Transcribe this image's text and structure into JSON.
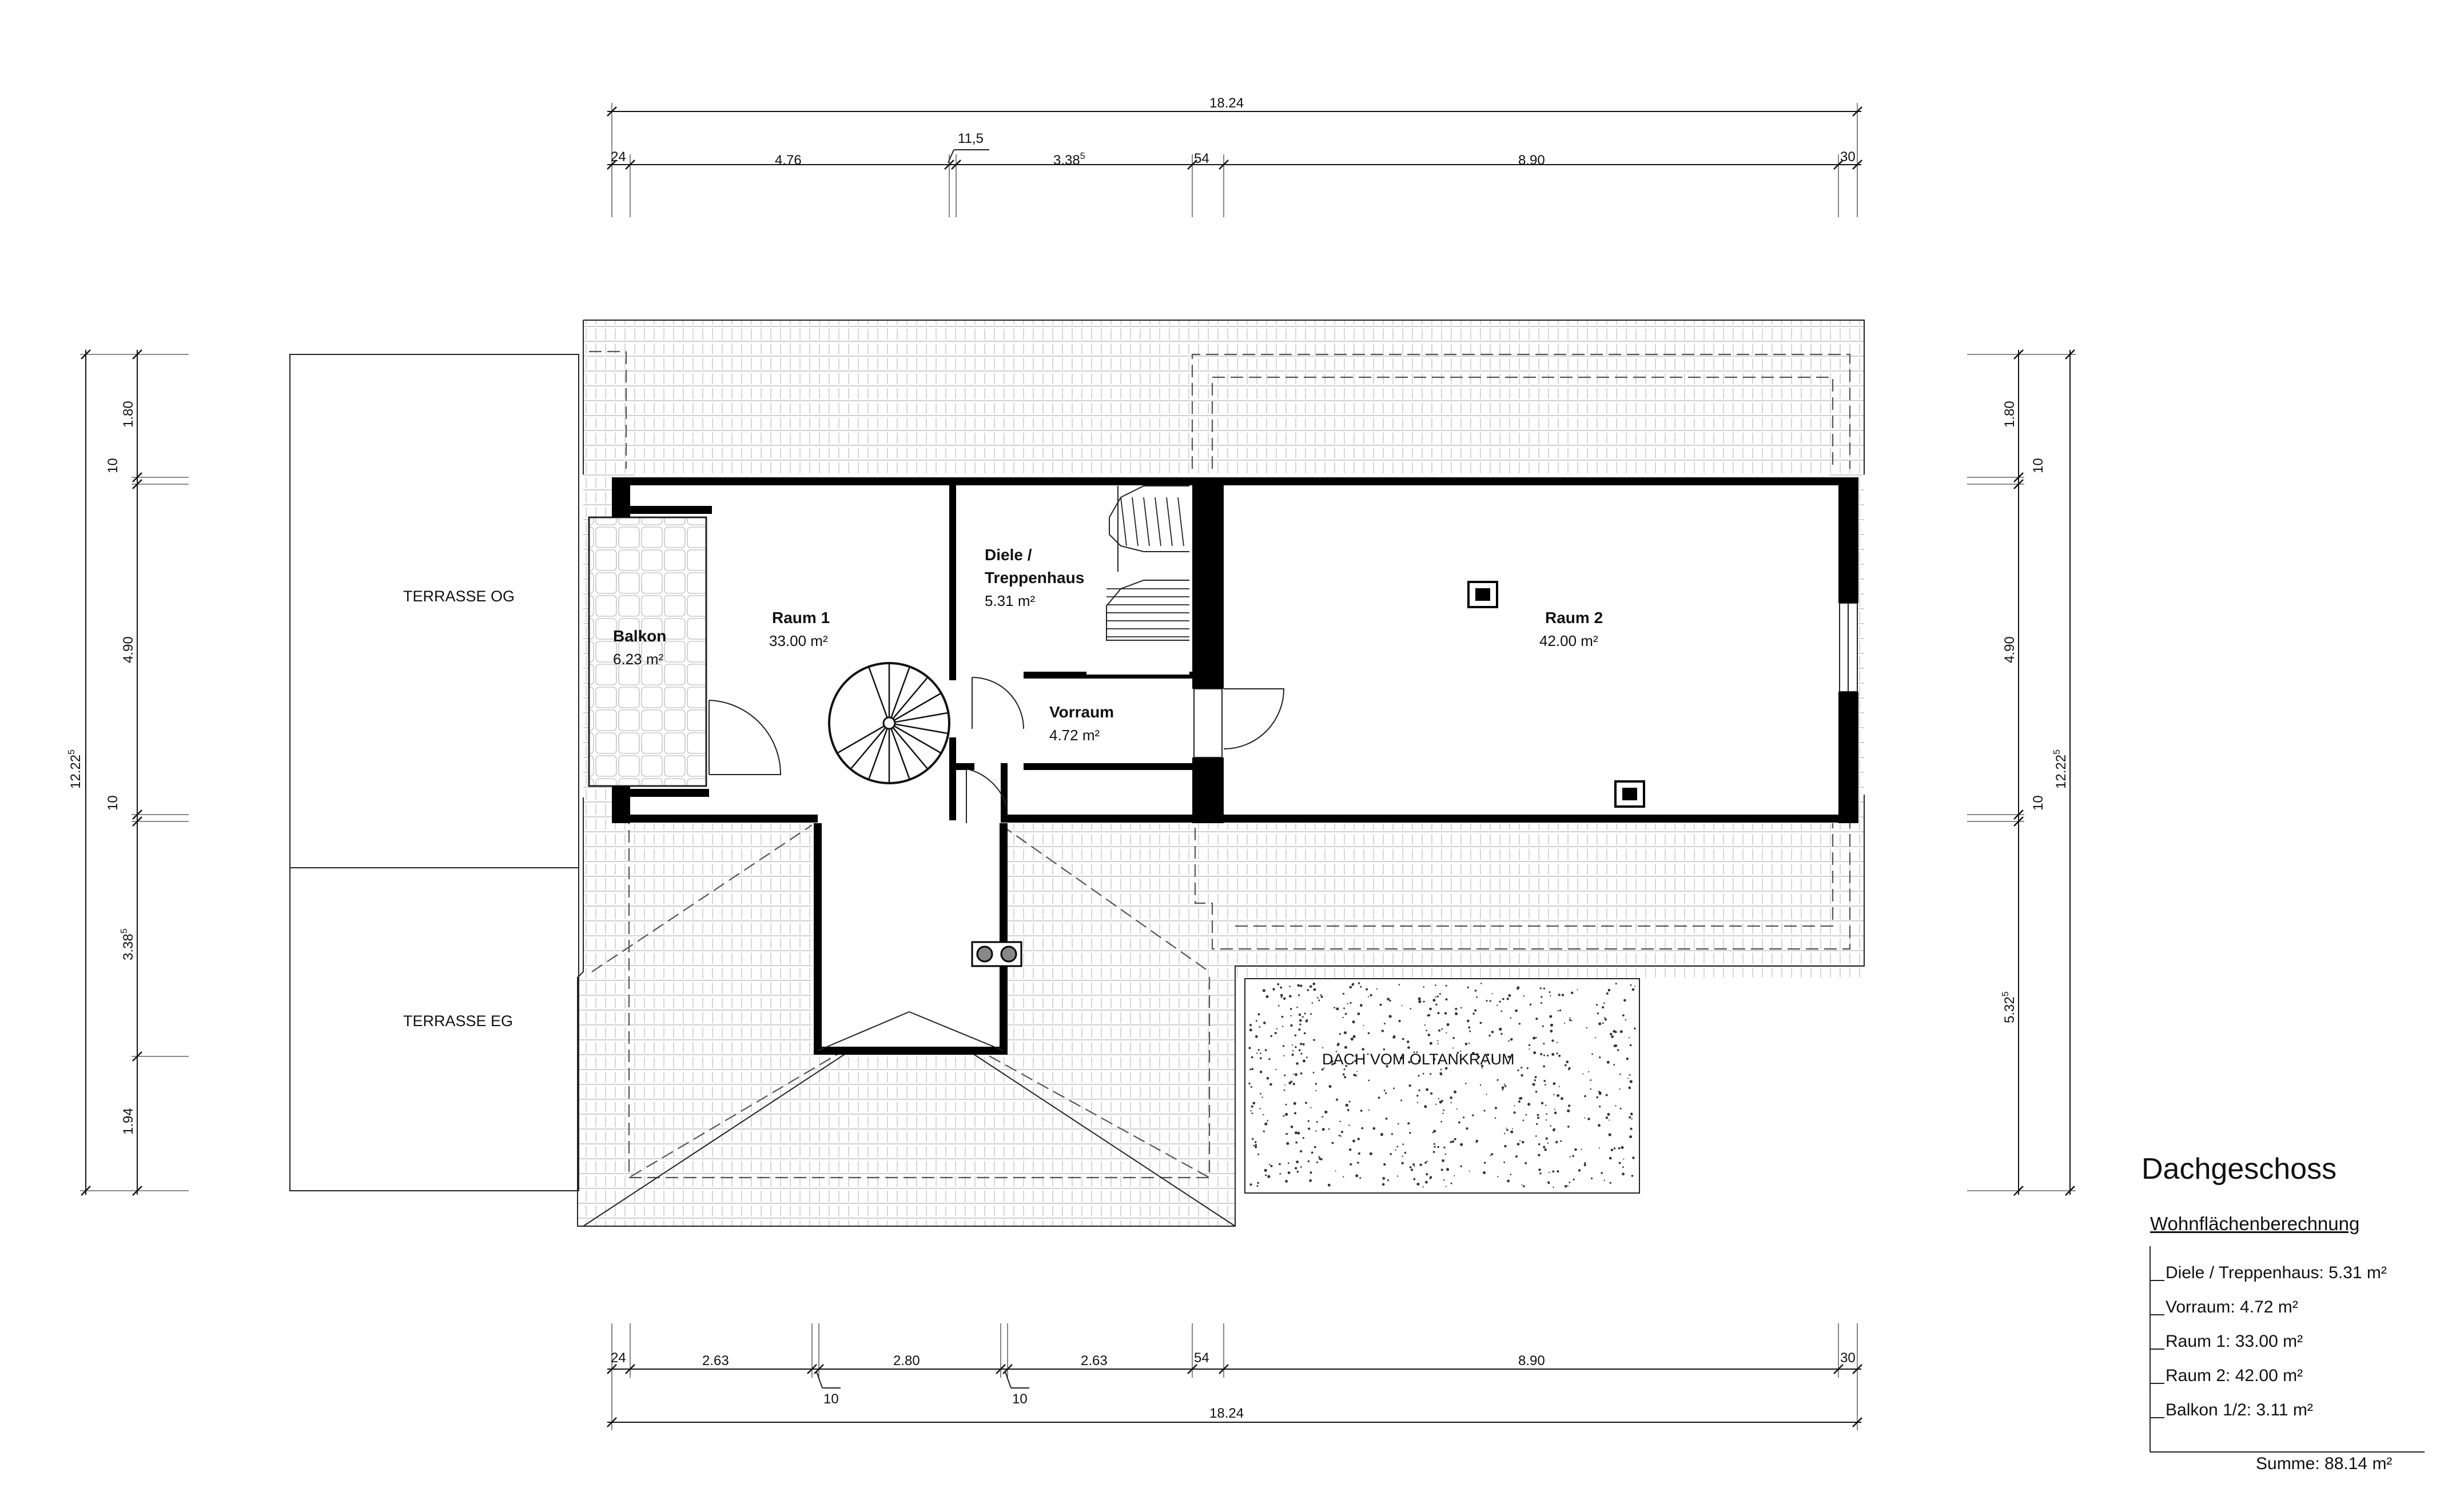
{
  "dimensions": {
    "top_total": "18.24",
    "top_segments": [
      "24",
      "4.76",
      "11,5",
      "3.38",
      "54",
      "8.90",
      "30"
    ],
    "top_segment_sup": "5",
    "bottom_total": "18.24",
    "bottom_segments": [
      "24",
      "2.63",
      "2.80",
      "2.63",
      "54",
      "8.90",
      "30"
    ],
    "bottom_small": [
      "10",
      "10"
    ],
    "left_total": "12.22",
    "left_total_sup": "5",
    "left_segments": [
      "1.80",
      "10",
      "4.90",
      "10",
      "3.38",
      "1.94"
    ],
    "left_seg_sup": "5",
    "right_total": "12.22",
    "right_total_sup": "5",
    "right_segments": [
      "1.80",
      "10",
      "4.90",
      "10",
      "5.32"
    ],
    "right_seg_sup": "5"
  },
  "rooms": {
    "raum1": {
      "name": "Raum 1",
      "area": "33.00 m²"
    },
    "diele": {
      "name1": "Diele /",
      "name2": "Treppenhaus",
      "area": "5.31 m²"
    },
    "raum2": {
      "name": "Raum 2",
      "area": "42.00 m²"
    },
    "balkon": {
      "name": "Balkon",
      "area": "6.23 m²"
    },
    "vorraum": {
      "name": "Vorraum",
      "area": "4.72 m²"
    }
  },
  "labels": {
    "terrasse_og": "TERRASSE OG",
    "terrasse_eg": "TERRASSE EG",
    "dach": "DACH VOM ÖLTANKRAUM"
  },
  "legend": {
    "title": "Dachgeschoss",
    "subtitle": "Wohnflächenberechnung",
    "items": [
      "Diele / Treppenhaus: 5.31 m²",
      "Vorraum: 4.72 m²",
      "Raum 1: 33.00 m²",
      "Raum 2: 42.00 m²",
      "Balkon 1/2: 3.11 m²"
    ],
    "sum": "Summe: 88.14 m²"
  }
}
